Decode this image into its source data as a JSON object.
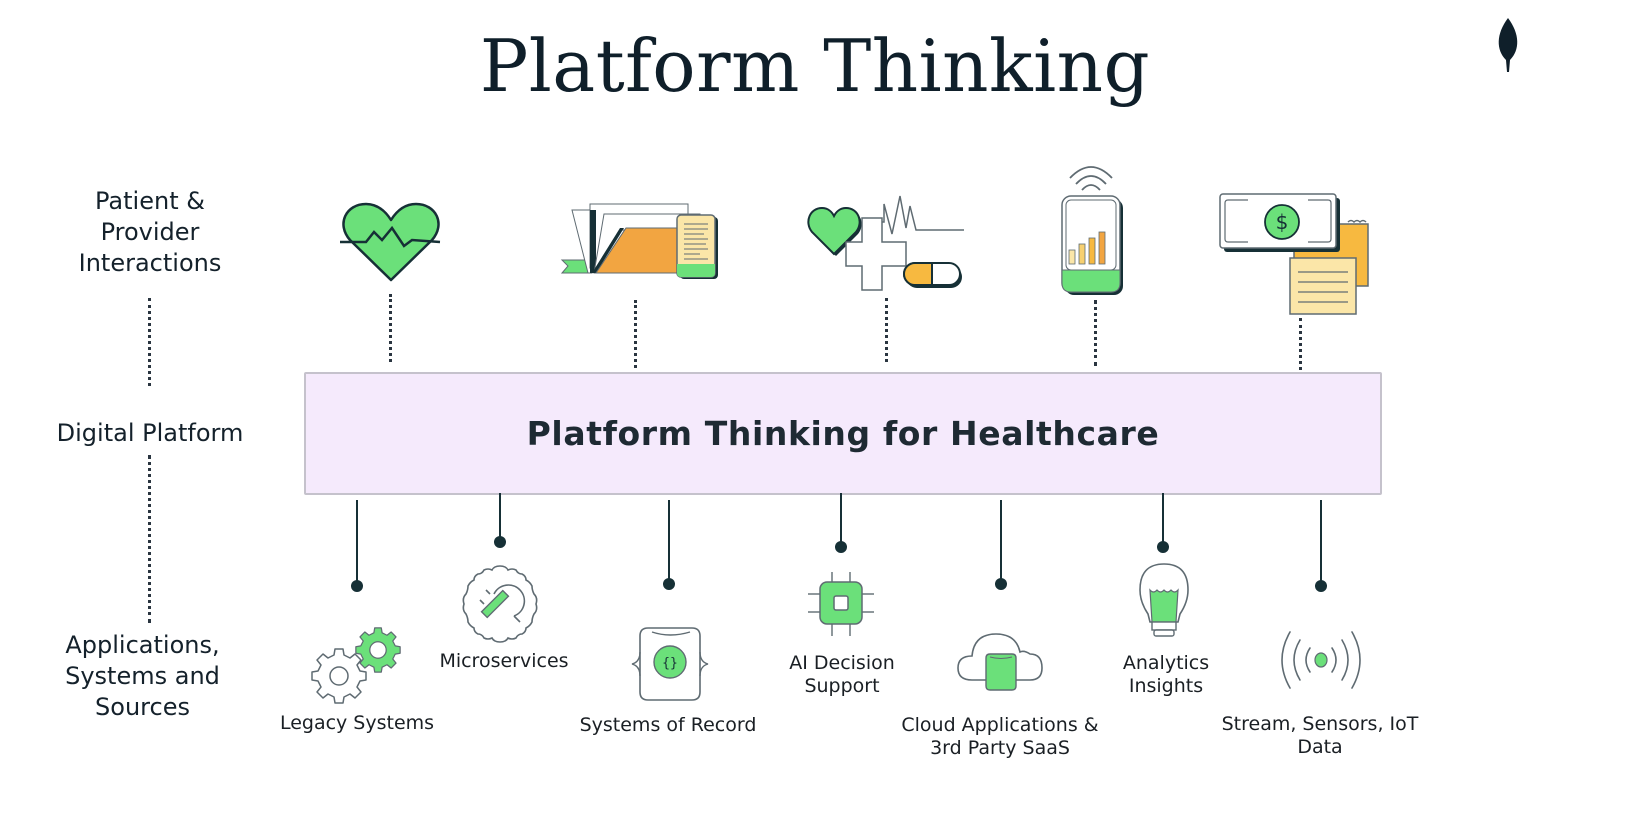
{
  "title": "Platform Thinking",
  "logo": {
    "icon": "leaf-icon",
    "color": "#0f1f2a"
  },
  "row_labels": {
    "top": "Patient & Provider Interactions",
    "top_lines": [
      "Patient &",
      "Provider",
      "Interactions"
    ],
    "middle": "Digital Platform",
    "bottom": "Applications, Systems and Sources",
    "bottom_lines": [
      "Applications,",
      "Systems and",
      "Sources"
    ]
  },
  "platform": {
    "label": "Platform Thinking for Healthcare",
    "fill": "#f5eafc",
    "border": "#c5c2cc"
  },
  "interactions": [
    {
      "icon": "heart-pulse-icon"
    },
    {
      "icon": "medical-records-folder-icon"
    },
    {
      "icon": "health-cross-pill-icon"
    },
    {
      "icon": "mobile-analytics-icon"
    },
    {
      "icon": "billing-payment-icon"
    }
  ],
  "applications": [
    {
      "label": "Legacy Systems",
      "icon": "gears-icon"
    },
    {
      "label": "Microservices",
      "icon": "plug-gear-icon"
    },
    {
      "label": "Systems of Record",
      "icon": "database-braces-icon"
    },
    {
      "label": "AI Decision Support",
      "label_lines": [
        "AI Decision",
        "Support"
      ],
      "icon": "chip-icon"
    },
    {
      "label": "Cloud Applications & 3rd Party SaaS",
      "label_lines": [
        "Cloud Applications &",
        "3rd Party SaaS"
      ],
      "icon": "cloud-database-icon"
    },
    {
      "label": "Analytics Insights",
      "label_lines": [
        "Analytics",
        "Insights"
      ],
      "icon": "lightbulb-icon"
    },
    {
      "label": "Stream, Sensors, IoT Data",
      "label_lines": [
        "Stream, Sensors, IoT",
        "Data"
      ],
      "icon": "broadcast-signal-icon"
    }
  ],
  "colors": {
    "green": "#6be07a",
    "orange": "#f2a541",
    "yellow": "#f7d070",
    "cream": "#fbe6a8",
    "ink": "#163036",
    "gray_line": "#5f6b72"
  }
}
